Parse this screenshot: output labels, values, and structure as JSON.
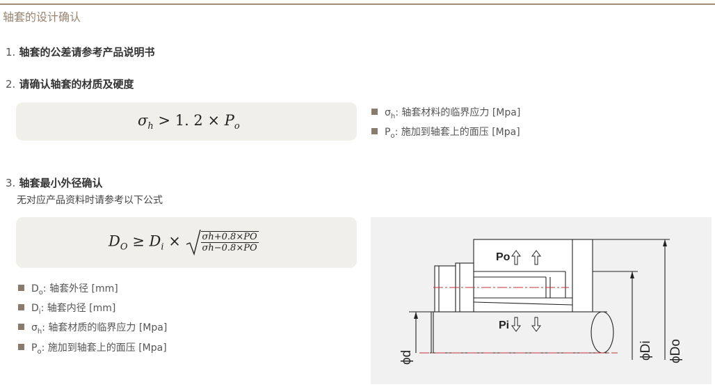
{
  "page_title": "轴套的设计确认",
  "section1": {
    "num": "1.",
    "text": "轴套的公差请参考产品说明书"
  },
  "section2": {
    "num": "2.",
    "text": "请确认轴套的材质及硬度",
    "formula": {
      "lhs": "σ",
      "lhs_sub": "h",
      "op": ">",
      "coef": "1. 2",
      "times": "×",
      "rhs": "P",
      "rhs_sub": "o"
    },
    "legend": [
      {
        "sym": "σ",
        "sub": "h",
        "text": ": 轴套材料的临界应力 [Mpa]"
      },
      {
        "sym": "P",
        "sub": "o",
        "text": ": 施加到轴套上的面压 [Mpa]"
      }
    ]
  },
  "section3": {
    "num": "3.",
    "text": "轴套最小外径确认",
    "note": "无对应产品资料时请参考以下公式",
    "formula": {
      "lhs": "D",
      "lhs_sub": "O",
      "op": "≥",
      "d": "D",
      "d_sub": "i",
      "times": "×",
      "num": "σh+0.8×PO",
      "den": "σh−0.8×PO"
    },
    "legend": [
      {
        "sym": "D",
        "sub": "o",
        "text": ": 轴套外径 [mm]"
      },
      {
        "sym": "D",
        "sub": "i",
        "text": ": 轴套内径 [mm]"
      },
      {
        "sym": "σ",
        "sub": "h",
        "text": ": 轴套材质的临界应力 [Mpa]"
      },
      {
        "sym": "P",
        "sub": "o",
        "text": ": 施加到轴套上的面压 [Mpa]"
      }
    ]
  },
  "diagram": {
    "label_po": "Po",
    "label_pi": "Pi",
    "label_d": "ϕd",
    "label_di": "ϕDi",
    "label_do": "ϕDo",
    "colors": {
      "line": "#222222",
      "centerline": "#c0303a",
      "bg": "#f1f1f1"
    }
  }
}
